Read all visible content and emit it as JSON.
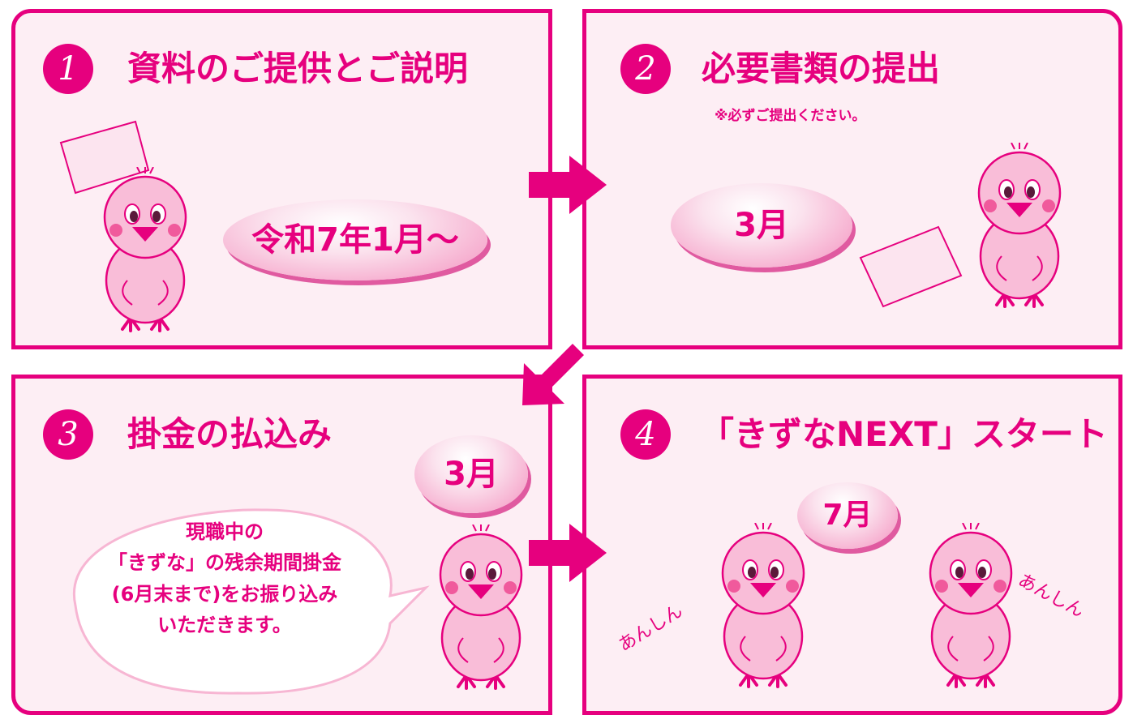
{
  "colors": {
    "accent": "#e6007e",
    "panel_bg": "#fdeef4",
    "bird_body": "#f9bdd8"
  },
  "steps": [
    {
      "number": "1",
      "title": "資料のご提供とご説明",
      "date": "令和7年1月〜"
    },
    {
      "number": "2",
      "title": "必要書類の提出",
      "note": "※必ずご提出ください。",
      "date": "3月"
    },
    {
      "number": "3",
      "title": "掛金の払込み",
      "date": "3月",
      "bubble_lines": [
        "現職中の",
        "「きずな」の残余期間掛金",
        "(6月末まで)をお振り込み",
        "いただきます。"
      ]
    },
    {
      "number": "4",
      "title": "「きずなNEXT」スタート",
      "date": "7月",
      "speech_left": "あんしん",
      "speech_right": "あんしん"
    }
  ],
  "flow": [
    "step1-to-step2",
    "step2-to-step3",
    "step3-to-step4"
  ],
  "icons": [
    "chick-mascot-icon",
    "paper-sheet-icon",
    "right-arrow-icon",
    "down-left-arrow-icon"
  ]
}
